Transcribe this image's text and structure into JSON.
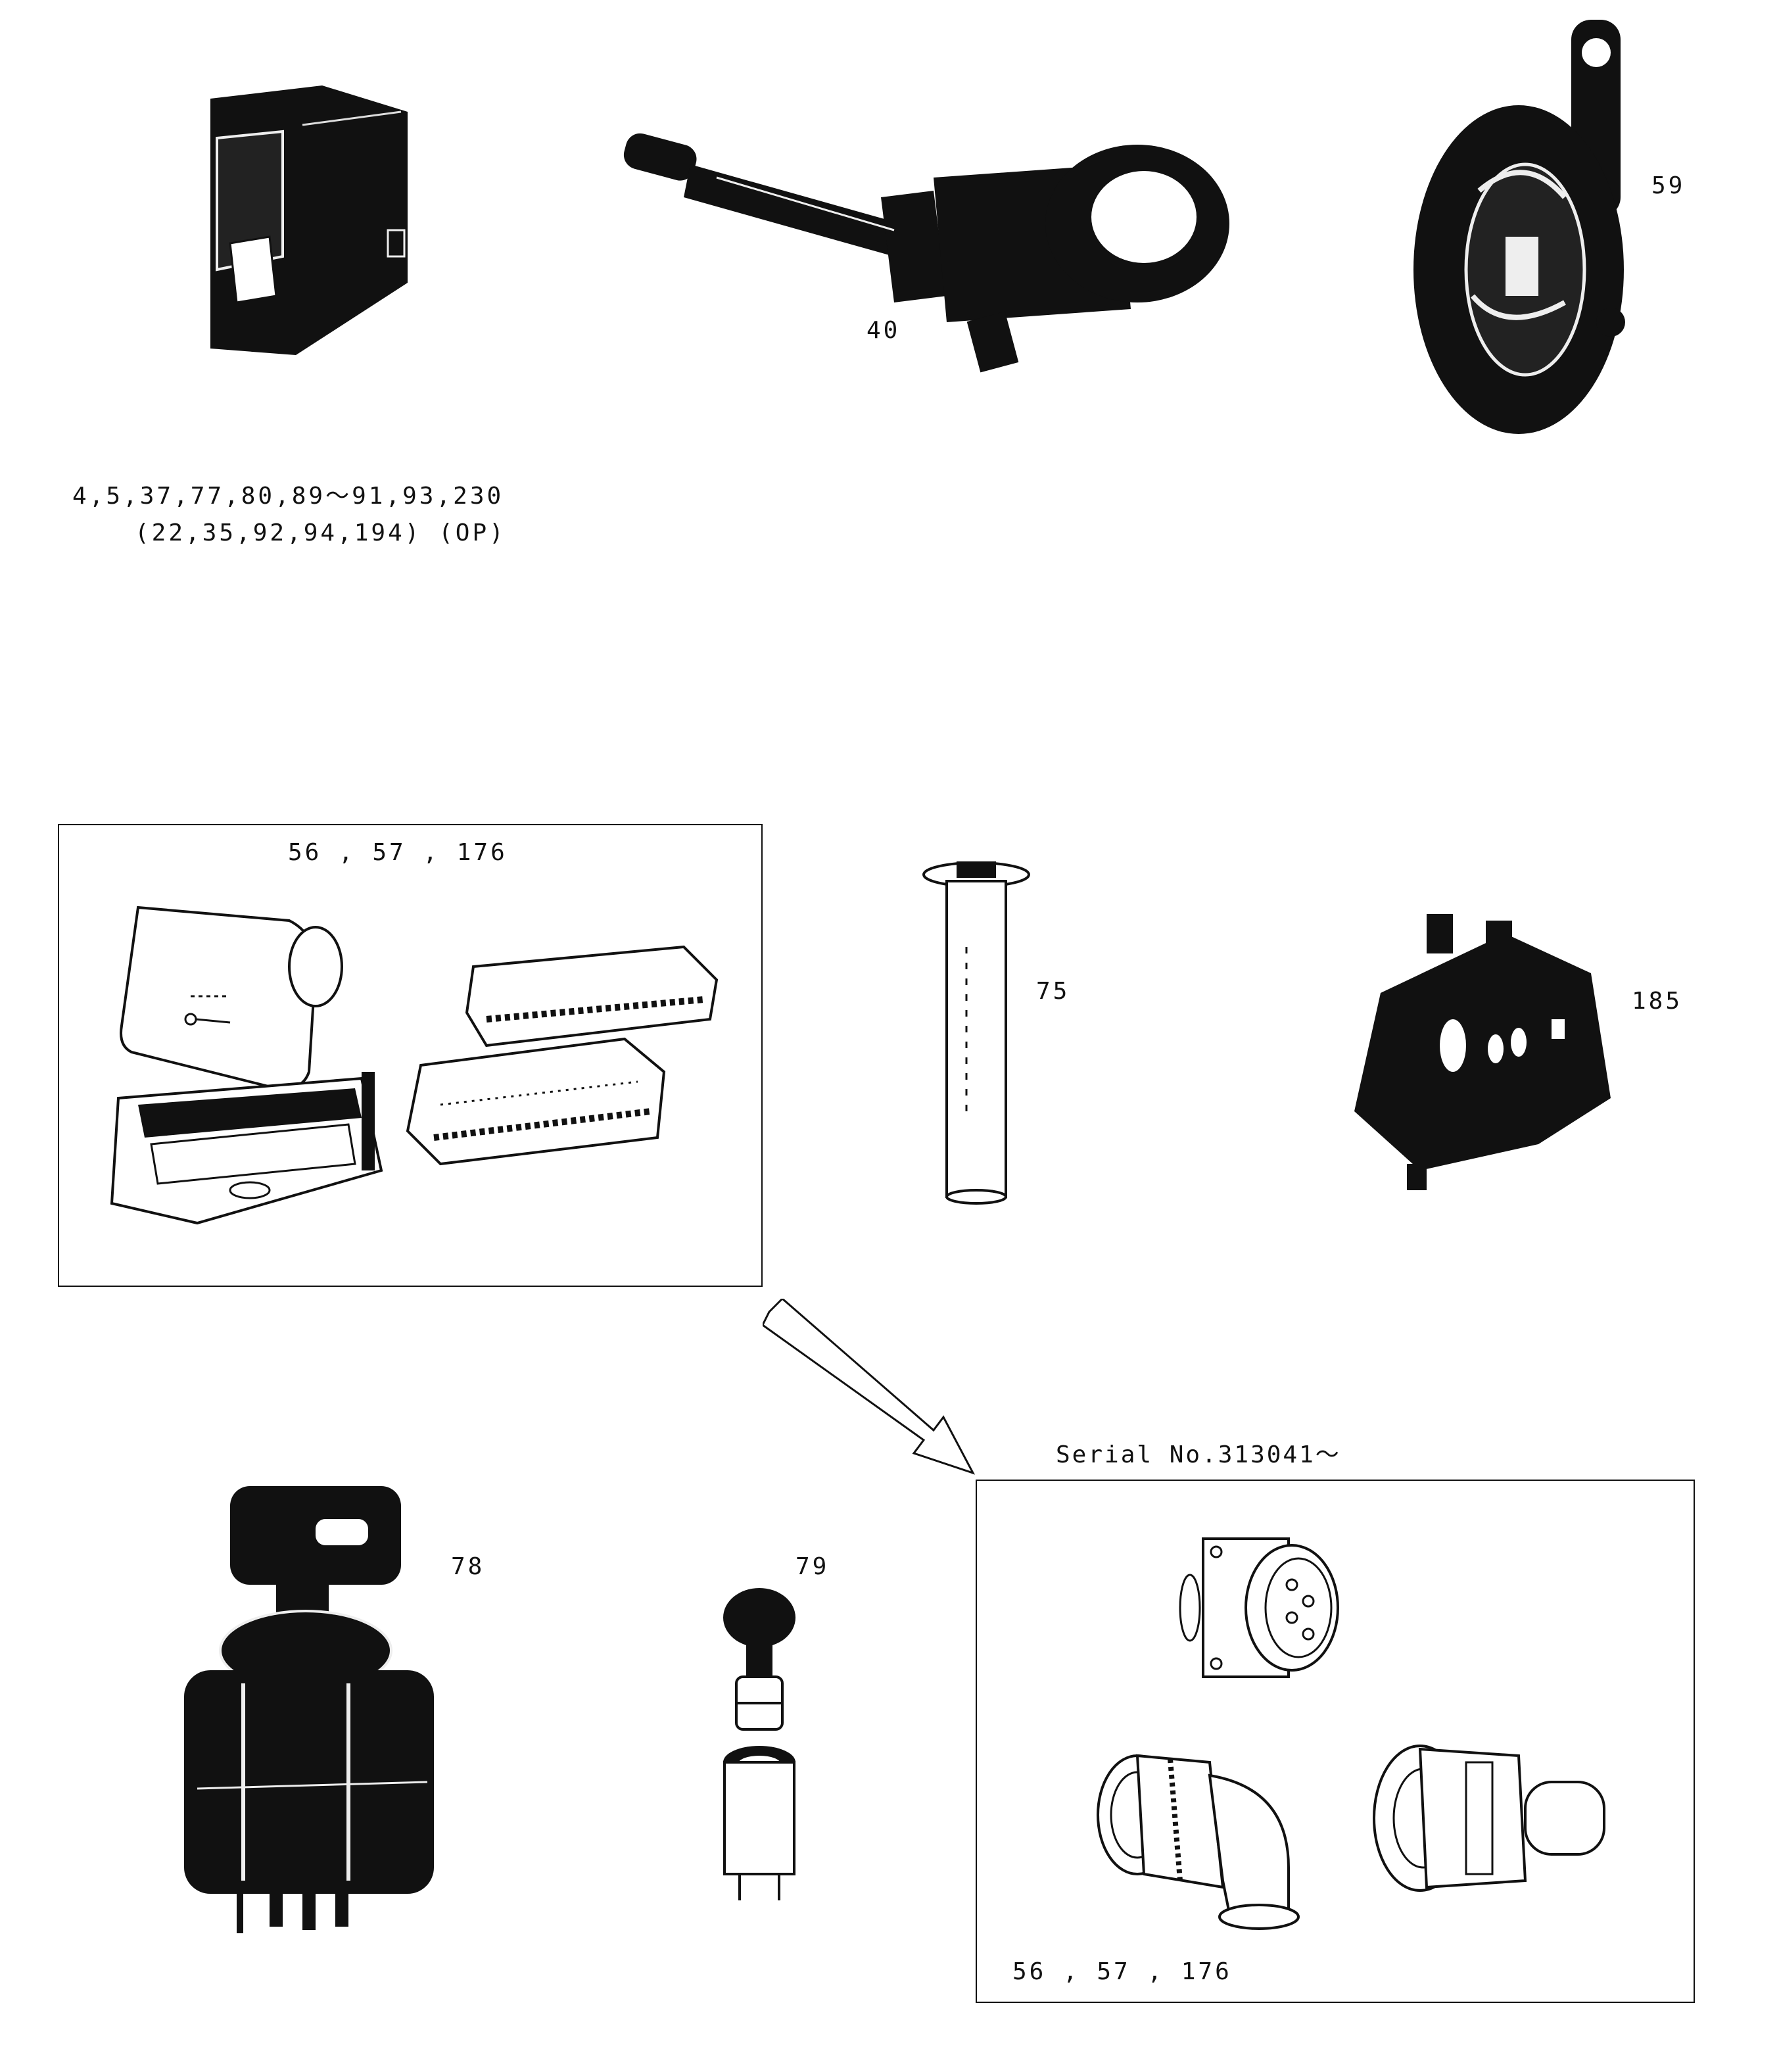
{
  "labels": {
    "rocker_switch_refs": "4,5,37,77,80,89～91,93,230",
    "rocker_switch_optional_refs": "(22,35,92,94,194) (OP)",
    "combination_switch": "40",
    "horn": "59",
    "connector_old_refs": "56 , 57 , 176",
    "fuel_sender": "75",
    "part_185": "185",
    "key_switch": "78",
    "part_79": "79",
    "serial_note": "Serial  No.313041～",
    "connector_new_refs": "56 , 57 , 176"
  }
}
